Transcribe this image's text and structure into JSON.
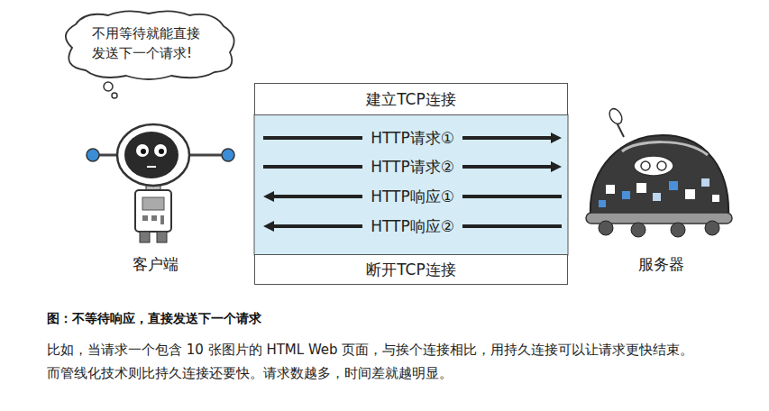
{
  "diagram": {
    "caption": "图：不等待响应，直接发送下一个请求",
    "nodes": [
      {
        "text": [
          "不用等待就能直接 发送下一个请求!"
        ]
      },
      {
        "text": [
          "建立TCP连接"
        ]
      },
      {
        "text": [
          "客户端"
        ]
      },
      {
        "text": [
          "服务器"
        ]
      },
      {
        "text": [
          "断开TCP连接"
        ]
      }
    ],
    "edges": [
      {
        "from": 2,
        "to": 3,
        "label": "HTTP请求①",
        "arrow": "to"
      },
      {
        "from": 2,
        "to": 3,
        "label": "HTTP请求②",
        "arrow": "to"
      },
      {
        "from": 3,
        "to": 2,
        "label": "HTTP响应①",
        "arrow": "to"
      },
      {
        "from": 3,
        "to": 2,
        "label": "HTTP响应②",
        "arrow": "to"
      }
    ],
    "labels": [
      "比如，当请求一个包含 10 张图片的 HTML Web 页面，与挨个连接相比，用持久连接可以让请求更快结束。 而管线化技术则比持久连接还要快。请求数越多，时间差就越明显。"
    ]
  }
}
